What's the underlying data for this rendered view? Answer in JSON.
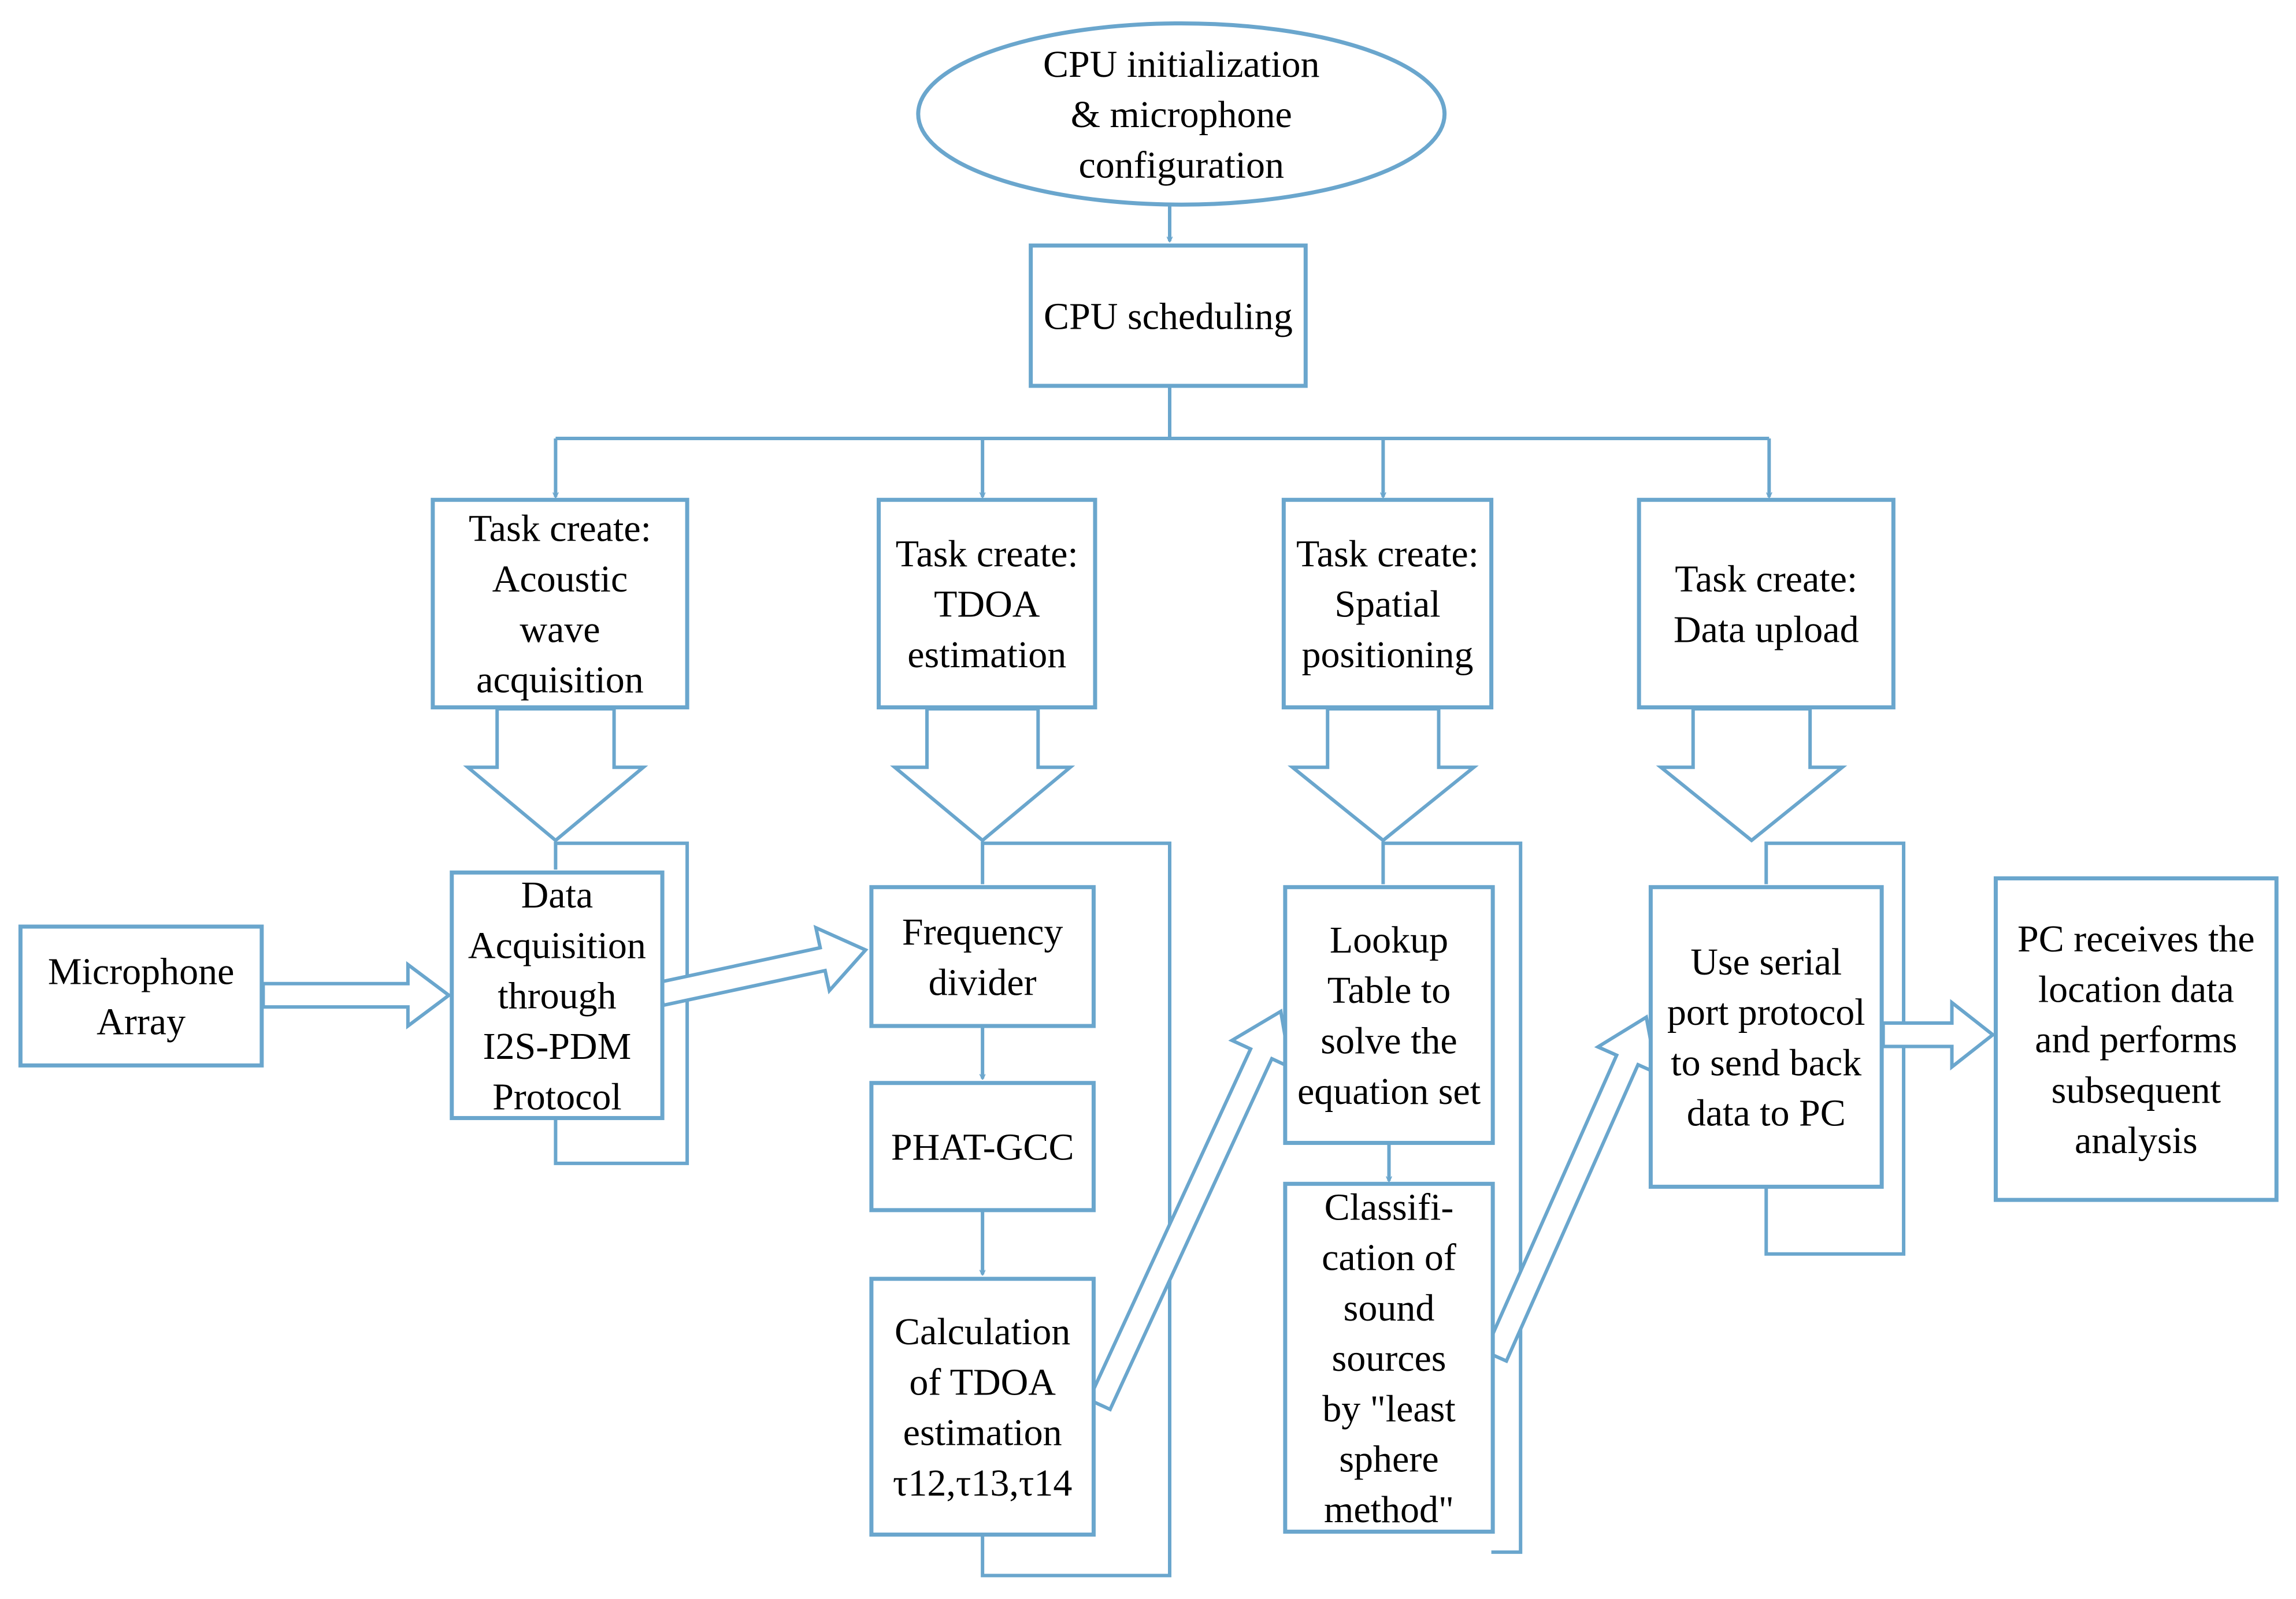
{
  "colors": {
    "stroke": "#6aa6cd",
    "fill": "#ffffff",
    "text": "#000000",
    "connector-icon": "arrow-icon"
  },
  "nodes": {
    "init": {
      "lines": [
        "CPU initialization",
        "& microphone",
        "configuration"
      ]
    },
    "sched": {
      "lines": [
        "CPU scheduling"
      ]
    },
    "task1": {
      "lines": [
        "Task create:",
        "Acoustic",
        "wave",
        "acquisition"
      ]
    },
    "task2": {
      "lines": [
        "Task create:",
        "TDOA",
        "estimation"
      ]
    },
    "task3": {
      "lines": [
        "Task create:",
        "Spatial",
        "positioning"
      ]
    },
    "task4": {
      "lines": [
        "Task create:",
        "Data upload"
      ]
    },
    "mic": {
      "lines": [
        "Microphone",
        "Array"
      ]
    },
    "acq": {
      "lines": [
        "Data",
        "Acquisition",
        "through",
        "I2S-PDM",
        "Protocol"
      ]
    },
    "freq": {
      "lines": [
        "Frequency",
        "divider"
      ]
    },
    "phat": {
      "lines": [
        "PHAT-GCC"
      ]
    },
    "calc": {
      "lines": [
        "Calculation",
        "of  TDOA",
        "estimation",
        "τ12,τ13,τ14"
      ]
    },
    "lookup": {
      "lines": [
        "Lookup",
        "Table to",
        "solve the",
        "equation set"
      ]
    },
    "classif": {
      "lines": [
        "Classifi-",
        "cation of",
        "sound",
        "sources",
        "by \"least",
        "sphere",
        "method\""
      ]
    },
    "serial": {
      "lines": [
        "Use serial",
        "port protocol",
        "to send back",
        "data to PC"
      ]
    },
    "pc": {
      "lines": [
        "PC receives the",
        "location data",
        "and performs",
        "subsequent",
        "analysis"
      ]
    }
  }
}
